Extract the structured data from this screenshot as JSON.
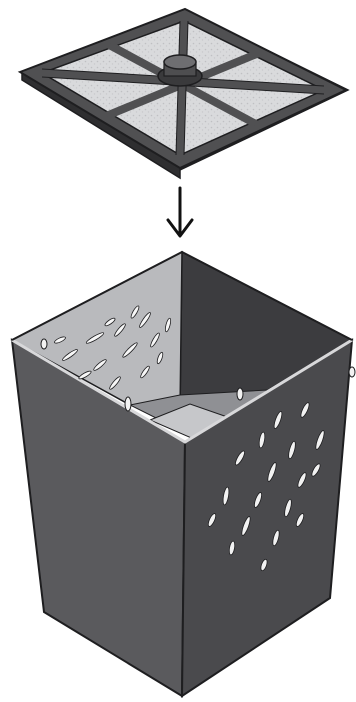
{
  "illustration": {
    "kind": "assembly-drawing",
    "parts": [
      {
        "id": "filter-cover",
        "icon": "square-filter-panel-icon"
      },
      {
        "id": "insert-arrow",
        "icon": "arrow-down-icon"
      },
      {
        "id": "filter-basket",
        "icon": "perforated-basket-icon"
      }
    ]
  },
  "colors": {
    "frame": "#505052",
    "frame_dark": "#2e2e30",
    "mesh": "#d9dadc",
    "basket_front": "#5a5a5d",
    "basket_right": "#4a4a4d",
    "basket_inner_back": "#3c3c3f",
    "basket_inner_left": "#b9babd",
    "outline": "#1e1e20",
    "slot": "#f2f2f2"
  }
}
